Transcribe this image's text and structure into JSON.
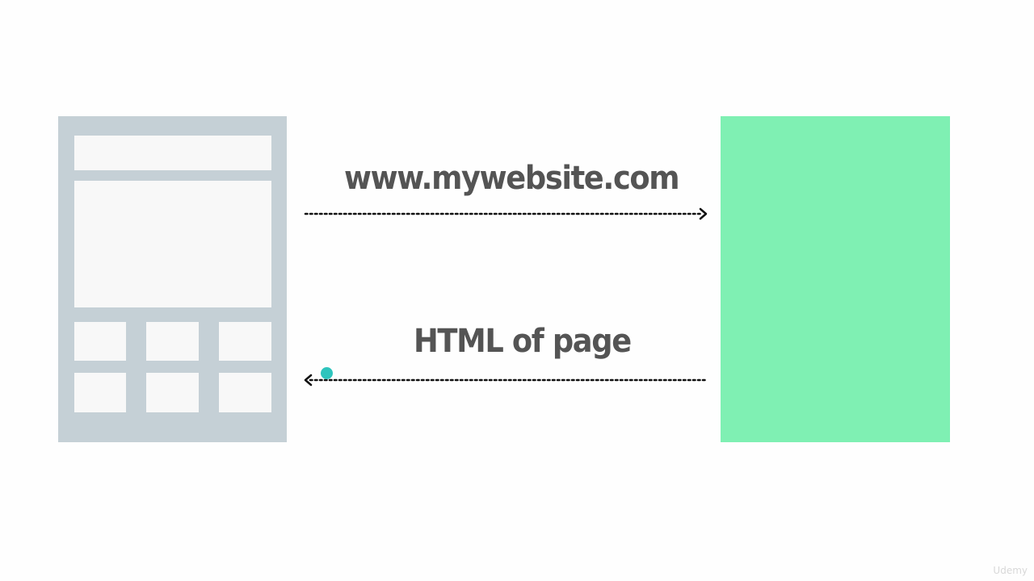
{
  "diagram": {
    "request_label": "www.mywebsite.com",
    "response_label": "HTML of page",
    "colors": {
      "browser_frame": "#c5d0d6",
      "browser_block": "#f8f8f8",
      "server": "#7ff0b3",
      "text": "#545454",
      "cursor": "#2ec4bd"
    }
  },
  "watermark": "Udemy"
}
